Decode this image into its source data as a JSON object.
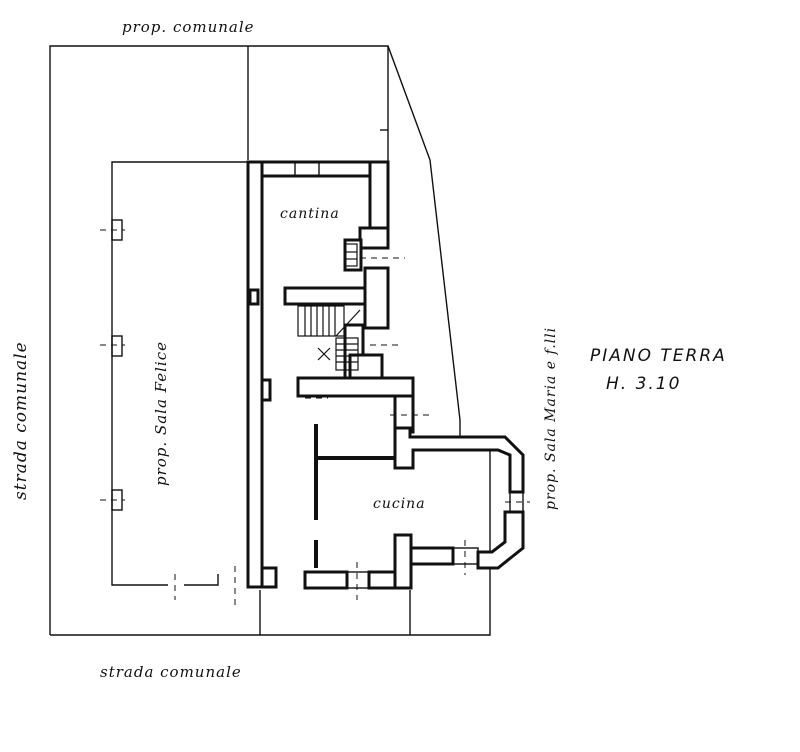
{
  "labels": {
    "top": "prop. comunale",
    "left_road": "strada comunale",
    "bottom_road": "strada comunale",
    "west_neighbor": "prop. Sala Felice",
    "east_neighbor": "prop. Sala Maria e f.lli",
    "floor_title": "PIANO TERRA",
    "floor_height": "H. 3.10",
    "room_cellar": "cantina",
    "room_kitchen": "cucina"
  }
}
